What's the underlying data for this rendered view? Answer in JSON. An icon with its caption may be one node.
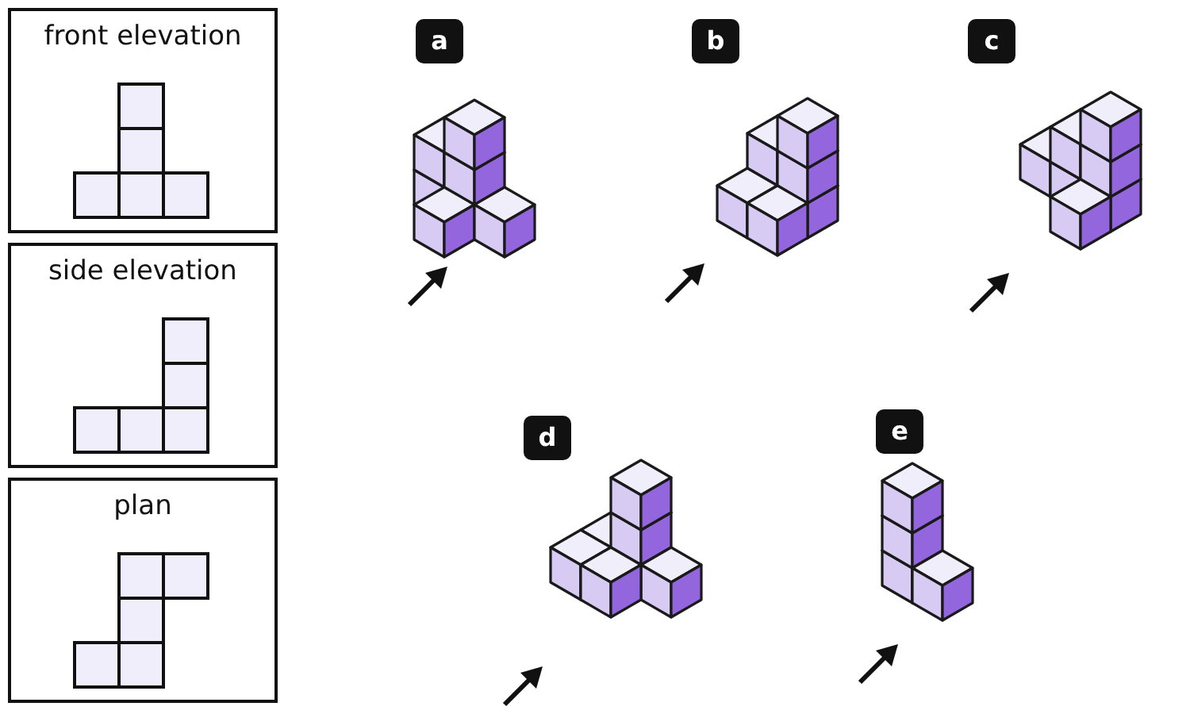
{
  "diagram": {
    "nodes": [
      {
        "text": [
          "front elevation"
        ]
      },
      {
        "text": [
          "side elevation"
        ]
      },
      {
        "text": [
          "plan"
        ]
      },
      {
        "text": [
          "a"
        ]
      },
      {
        "text": [
          "b"
        ]
      },
      {
        "text": [
          "c"
        ]
      },
      {
        "text": [
          "d"
        ]
      },
      {
        "text": [
          "e"
        ]
      }
    ]
  }
}
